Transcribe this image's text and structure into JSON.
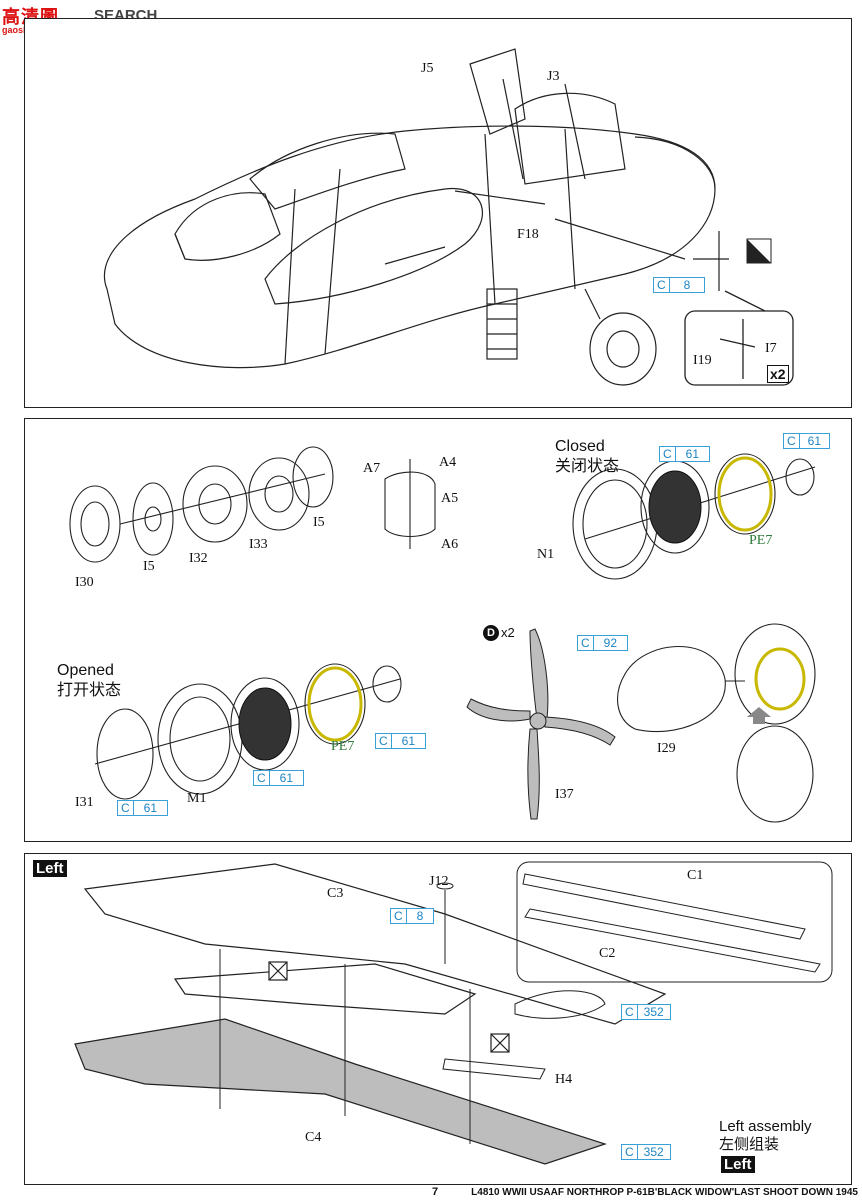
{
  "header": {
    "logo_mark": "高清圖",
    "logo_word": "SEARCH",
    "logo_url": "gaoshou.com"
  },
  "panel1": {
    "labels": {
      "j5": "J5",
      "j3": "J3",
      "f18": "F18",
      "i19": "I19",
      "i7": "I7"
    },
    "cref": {
      "c": "C",
      "n": "8"
    },
    "multiplier": "x2"
  },
  "panel2": {
    "labels": {
      "i30": "I30",
      "i5a": "I5",
      "i32": "I32",
      "i33": "I33",
      "i5b": "I5",
      "a7": "A7",
      "a4": "A4",
      "a5": "A5",
      "a6": "A6",
      "n1": "N1",
      "pe7a": "PE7",
      "i29": "I29",
      "i37": "I37",
      "i31": "I31",
      "m1": "M1",
      "pe7b": "PE7"
    },
    "closed_en": "Closed",
    "closed_cn": "关闭状态",
    "opened_en": "Opened",
    "opened_cn": "打开状态",
    "d_mark": "D",
    "d_mult": "x2",
    "crefs": {
      "c61a": {
        "c": "C",
        "n": "61"
      },
      "c61b": {
        "c": "C",
        "n": "61"
      },
      "c92": {
        "c": "C",
        "n": "92"
      },
      "c61c": {
        "c": "C",
        "n": "61"
      },
      "c61d": {
        "c": "C",
        "n": "61"
      },
      "c61e": {
        "c": "C",
        "n": "61"
      }
    }
  },
  "panel3": {
    "badge_top": "Left",
    "badge_bottom": "Left",
    "labels": {
      "c3": "C3",
      "j12": "J12",
      "c1": "C1",
      "c2": "C2",
      "h4": "H4",
      "c4": "C4"
    },
    "crefs": {
      "c8": {
        "c": "C",
        "n": "8"
      },
      "c352a": {
        "c": "C",
        "n": "352"
      },
      "c352b": {
        "c": "C",
        "n": "352"
      }
    },
    "assembly_en": "Left assembly",
    "assembly_cn": "左侧组装"
  },
  "footer": {
    "page_number": "7",
    "title": "L4810 WWII USAAF NORTHROP P-61B'BLACK WIDOW'LAST SHOOT DOWN 1945"
  }
}
